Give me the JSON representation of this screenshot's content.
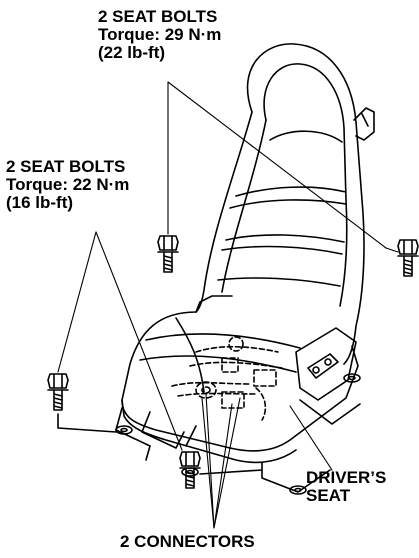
{
  "labels": {
    "front_bolts": {
      "line1": "2 SEAT BOLTS",
      "line2": "Torque: 29 N·m",
      "line3": "(22 lb-ft)"
    },
    "rear_bolts": {
      "line1": "2 SEAT BOLTS",
      "line2": "Torque: 22 N·m",
      "line3": "(16 lb-ft)"
    },
    "driver_seat": {
      "line1": "DRIVER’S",
      "line2": "SEAT"
    },
    "connectors": "2 CONNECTORS"
  },
  "icons": [
    "bolt-icon",
    "seat-illustration",
    "connector-icon"
  ]
}
